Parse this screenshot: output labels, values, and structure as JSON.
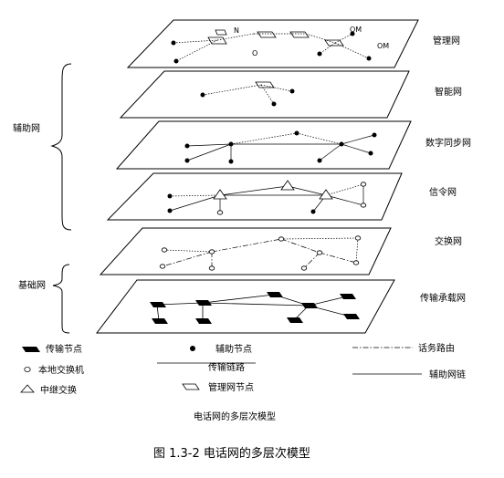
{
  "layers": [
    {
      "id": "mgmt",
      "label": "管理网"
    },
    {
      "id": "intel",
      "label": "智能网"
    },
    {
      "id": "sync",
      "label": "数字同步网"
    },
    {
      "id": "sig",
      "label": "信令网"
    },
    {
      "id": "switch",
      "label": "交换网"
    },
    {
      "id": "trans",
      "label": "传输承载网"
    }
  ],
  "groups": {
    "aux": "辅助网",
    "base": "基础网"
  },
  "mgmt_tags": {
    "n": "N",
    "o": "O",
    "om1": "OM",
    "om2": "OM"
  },
  "legend": {
    "trans_node": "传输节点",
    "aux_node": "辅助节点",
    "call_route": "话务路由",
    "local_switch": "本地交换机",
    "trans_link": "传输链路",
    "aux_link": "辅助网链",
    "tandem": "中继交换",
    "mgmt_node": "管理网节点"
  },
  "diagram_title": "电话网的多层次模型",
  "figure_caption": "图 1.3-2 电话网的多层次模型"
}
